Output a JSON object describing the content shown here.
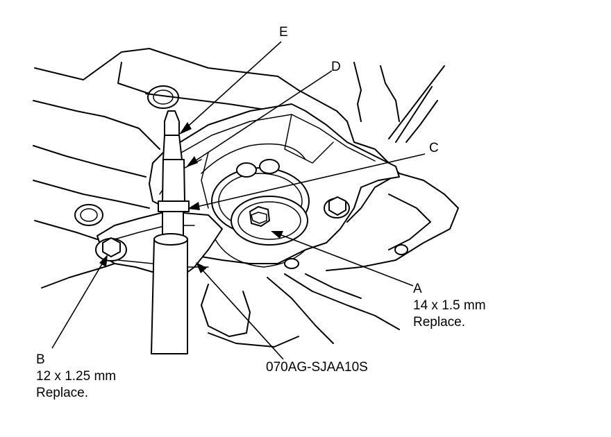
{
  "callouts": {
    "a": {
      "letter": "A",
      "spec": "14 x 1.5 mm",
      "note": "Replace."
    },
    "b": {
      "letter": "B",
      "spec": "12 x 1.25 mm",
      "note": "Replace."
    },
    "c": {
      "letter": "C"
    },
    "d": {
      "letter": "D"
    },
    "e": {
      "letter": "E"
    }
  },
  "tool_number": "070AG-SJAA10S"
}
